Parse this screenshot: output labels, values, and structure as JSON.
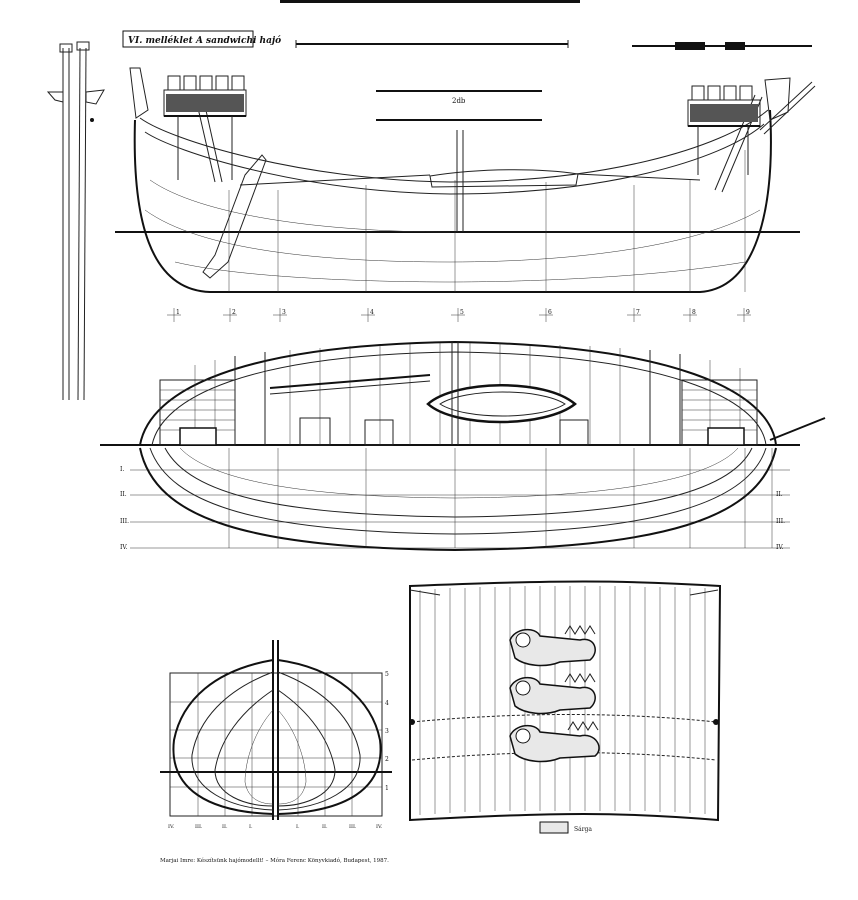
{
  "plate": {
    "title": "VI. melléklet A sandwichi hajó",
    "twin_label": "2db",
    "station_marks": [
      "1",
      "2",
      "3",
      "4",
      "5",
      "6",
      "7",
      "8",
      "9"
    ],
    "waterlines": [
      "I.",
      "II.",
      "III.",
      "IV."
    ],
    "body_plan_levels": [
      "5",
      "4",
      "3",
      "2",
      "1"
    ],
    "body_plan_stations": [
      "IV.",
      "III.",
      "II.",
      "I.",
      "",
      "I.",
      "II.",
      "III.",
      "IV."
    ],
    "legend_label": "Sárga",
    "credit": "Marjai Imre: Készítsünk hajómodellt! – Móra Ferenc Könyvkiadó, Budapest, 1987."
  },
  "colors": {
    "ink": "#111111",
    "paper": "#ffffff"
  }
}
